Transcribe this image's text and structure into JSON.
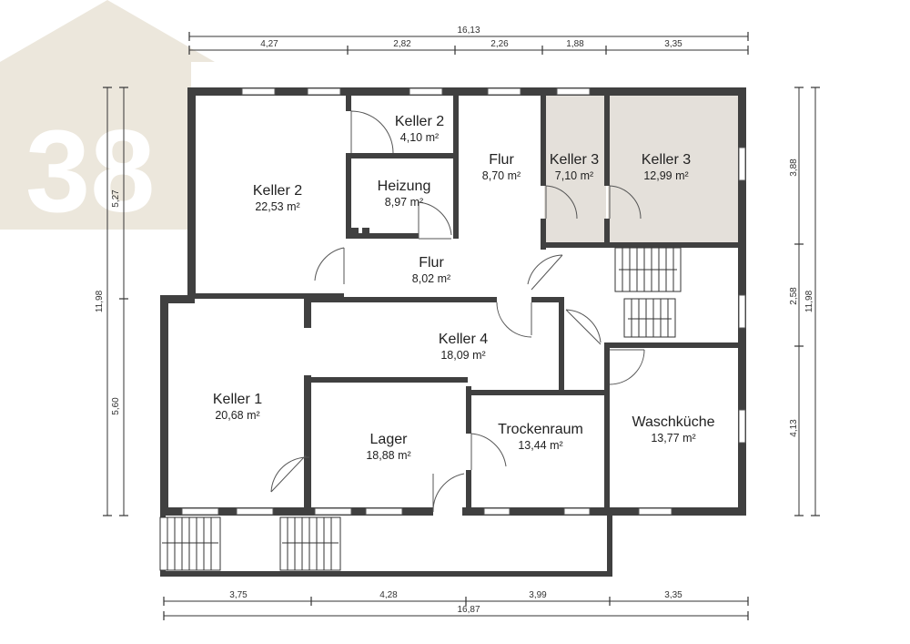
{
  "logo": {
    "text": "38"
  },
  "colors": {
    "wall": "#404040",
    "shaded_room": "#e4e0da",
    "logo": "#ece7dc"
  },
  "rooms": [
    {
      "name": "Keller 2",
      "area": "4,10 m²"
    },
    {
      "name": "Flur",
      "area": "8,70 m²"
    },
    {
      "name": "Keller 3",
      "area": "7,10 m²"
    },
    {
      "name": "Keller 3",
      "area": "12,99 m²"
    },
    {
      "name": "Keller 2",
      "area": "22,53 m²"
    },
    {
      "name": "Heizung",
      "area": "8,97 m²"
    },
    {
      "name": "Flur",
      "area": "8,02 m²"
    },
    {
      "name": "Keller 4",
      "area": "18,09 m²"
    },
    {
      "name": "Keller 1",
      "area": "20,68 m²"
    },
    {
      "name": "Lager",
      "area": "18,88 m²"
    },
    {
      "name": "Trockenraum",
      "area": "13,44 m²"
    },
    {
      "name": "Waschküche",
      "area": "13,77 m²"
    }
  ],
  "dimensions": {
    "top_total": "16,13",
    "top": [
      "4,27",
      "2,82",
      "2,26",
      "1,88",
      "3,35"
    ],
    "bottom": [
      "3,75",
      "4,28",
      "3,99",
      "3,35"
    ],
    "bottom_total": "16,87",
    "left_total": "11,98",
    "left": [
      "5,27",
      "5,60"
    ],
    "right": [
      "3,88",
      "2,58",
      "4,13"
    ],
    "right_total": "11,98"
  }
}
